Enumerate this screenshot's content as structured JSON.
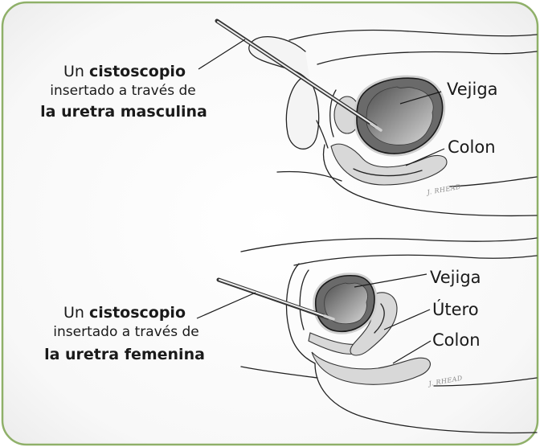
{
  "colors": {
    "frame_border": "#8fb069",
    "bladder_wall": "#6a6a6a",
    "organ_fill": "#d8d8d8"
  },
  "male_panel": {
    "callout": {
      "prefix": "Un",
      "instrument": "cistoscopio",
      "line2": "insertado a través de",
      "line3": "la uretra masculina"
    },
    "labels": {
      "bladder": "Vejiga",
      "colon": "Colon"
    },
    "signature": "J. RHEAD"
  },
  "female_panel": {
    "callout": {
      "prefix": "Un",
      "instrument": "cistoscopio",
      "line2": "insertado a través de",
      "line3": "la uretra femenina"
    },
    "labels": {
      "bladder": "Vejiga",
      "uterus": "Útero",
      "colon": "Colon"
    },
    "signature": "J. RHEAD"
  }
}
